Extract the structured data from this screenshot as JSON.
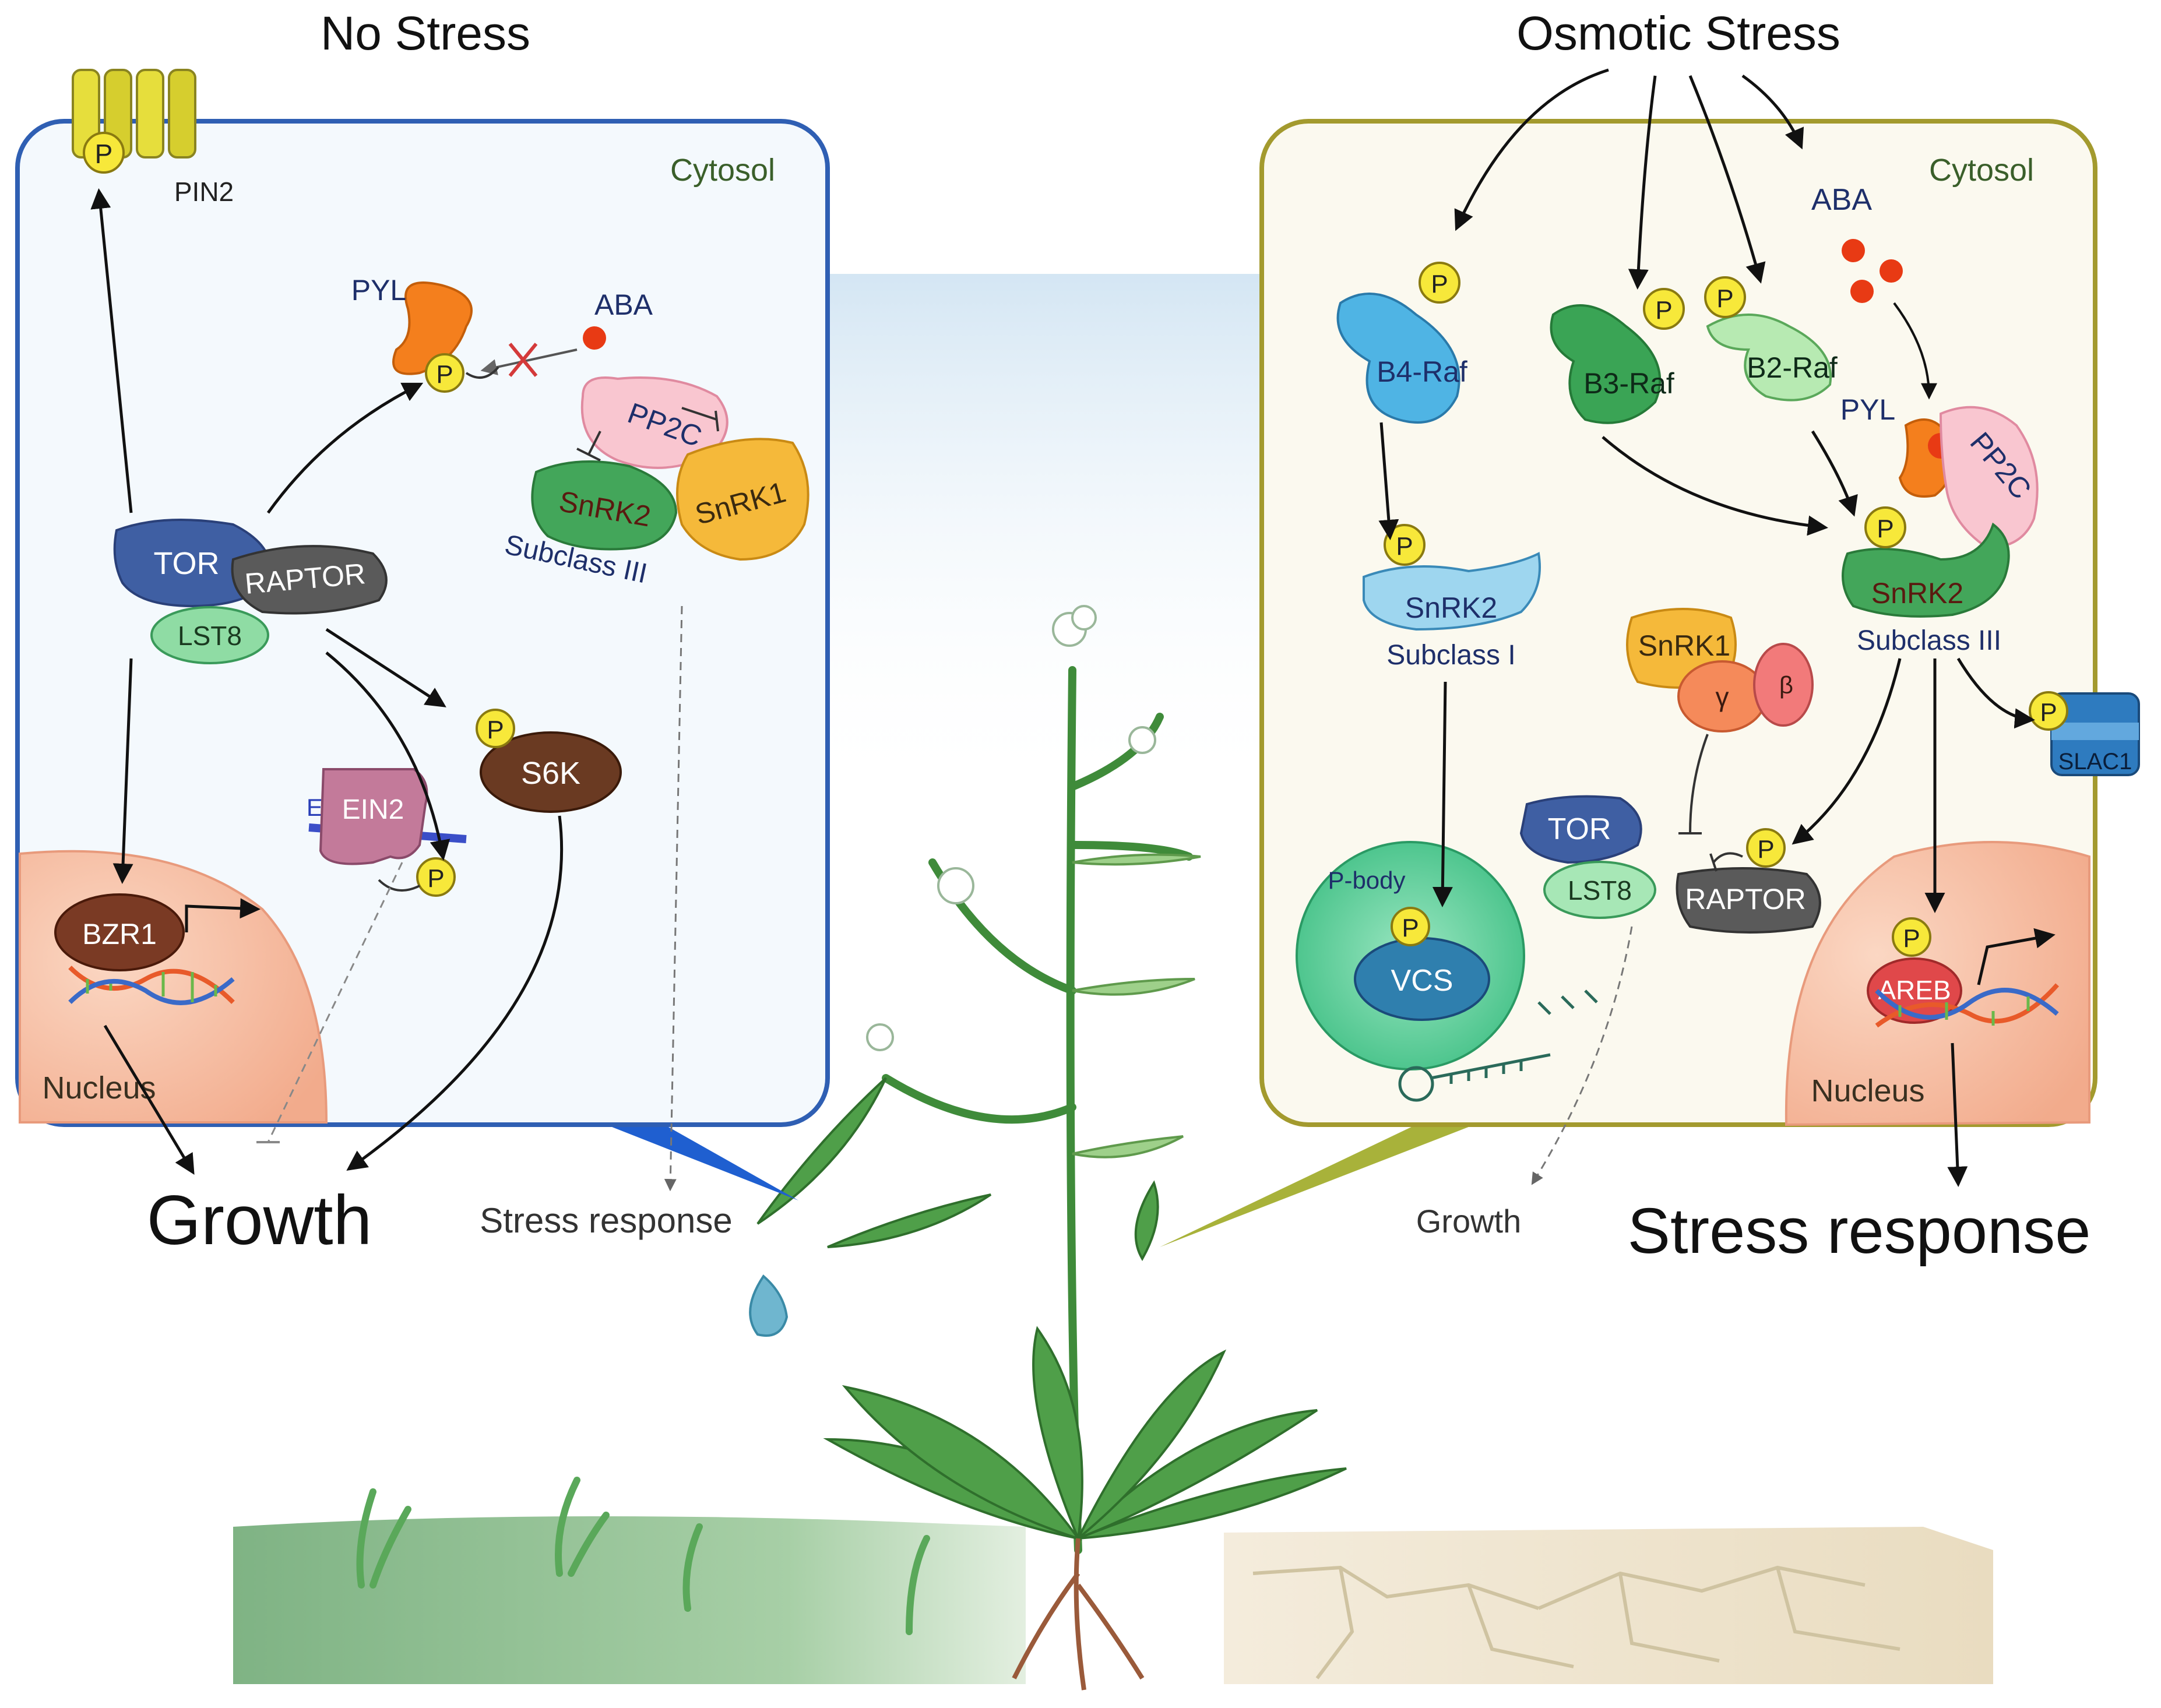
{
  "colors": {
    "left_panel_border": "#2f5fb3",
    "right_panel_border": "#a39a2e",
    "left_panel_fill": "#f4f9fd",
    "right_panel_fill": "#fbf9ef",
    "nucleus": "#f6c2a8",
    "phospho": "#f7e83a",
    "aba": "#e83a14"
  },
  "headings": {
    "left": "No Stress",
    "right": "Osmotic Stress"
  },
  "left_panel": {
    "cytosol": "Cytosol",
    "pin2": "PIN2",
    "pyl": "PYL",
    "aba": "ABA",
    "pp2c": "PP2C",
    "snrk2": "SnRK2",
    "snrk1": "SnRK1",
    "subclass": "Subclass III",
    "tor": "TOR",
    "raptor": "RAPTOR",
    "lst8": "LST8",
    "s6k": "S6K",
    "er": "ER",
    "ein2": "EIN2",
    "bzr1": "BZR1",
    "nucleus": "Nucleus",
    "phospho": "P"
  },
  "right_panel": {
    "cytosol": "Cytosol",
    "aba": "ABA",
    "b4raf": "B4-Raf",
    "b3raf": "B3-Raf",
    "b2raf": "B2-Raf",
    "pyl": "PYL",
    "pp2c": "PP2C",
    "snrk2_i": "SnRK2",
    "subclass_i": "Subclass I",
    "snrk2_iii": "SnRK2",
    "subclass_iii": "Subclass III",
    "snrk1": "SnRK1",
    "gamma": "γ",
    "beta": "β",
    "slac1": "SLAC1",
    "tor": "TOR",
    "lst8": "LST8",
    "raptor": "RAPTOR",
    "pbody": "P-body",
    "vcs": "VCS",
    "areb": "AREB",
    "nucleus": "Nucleus",
    "phospho": "P"
  },
  "outputs": {
    "left_big": "Growth",
    "left_small": "Stress response",
    "right_small": "Growth",
    "right_big": "Stress response"
  }
}
